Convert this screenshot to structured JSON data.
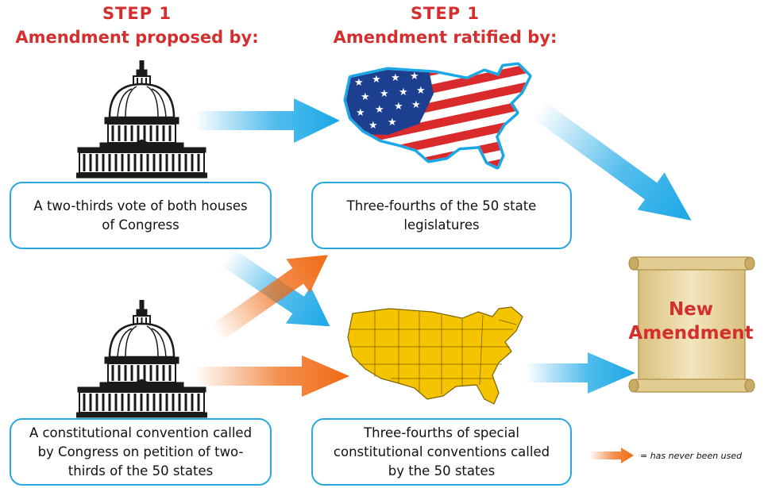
{
  "headings": {
    "left_step": "STEP 1",
    "left_title": "Amendment proposed by:",
    "right_step": "STEP 1",
    "right_title": "Amendment ratified by:"
  },
  "boxes": {
    "congress_vote": "A two-thirds vote of both houses of Congress",
    "state_legislatures": "Three-fourths of the 50 state legislatures",
    "convention": "A constitutional convention called by Congress on petition of two-thirds of the 50 states",
    "state_conventions": "Three-fourths of special constitutional conventions called by the 50 states"
  },
  "result": {
    "line1": "New",
    "line2": "Amendment"
  },
  "legend": {
    "text": "= has never been used"
  },
  "colors": {
    "heading": "#d32f2f",
    "box_border": "#29a8e0",
    "blue_arrow": "#1aa7e6",
    "orange_arrow": "#f06a14",
    "map_yellow": "#f5c400",
    "parchment": "#ead8a6"
  },
  "icons": [
    "capitol-icon",
    "flag-map-icon",
    "us-map-icon",
    "scroll-icon"
  ]
}
